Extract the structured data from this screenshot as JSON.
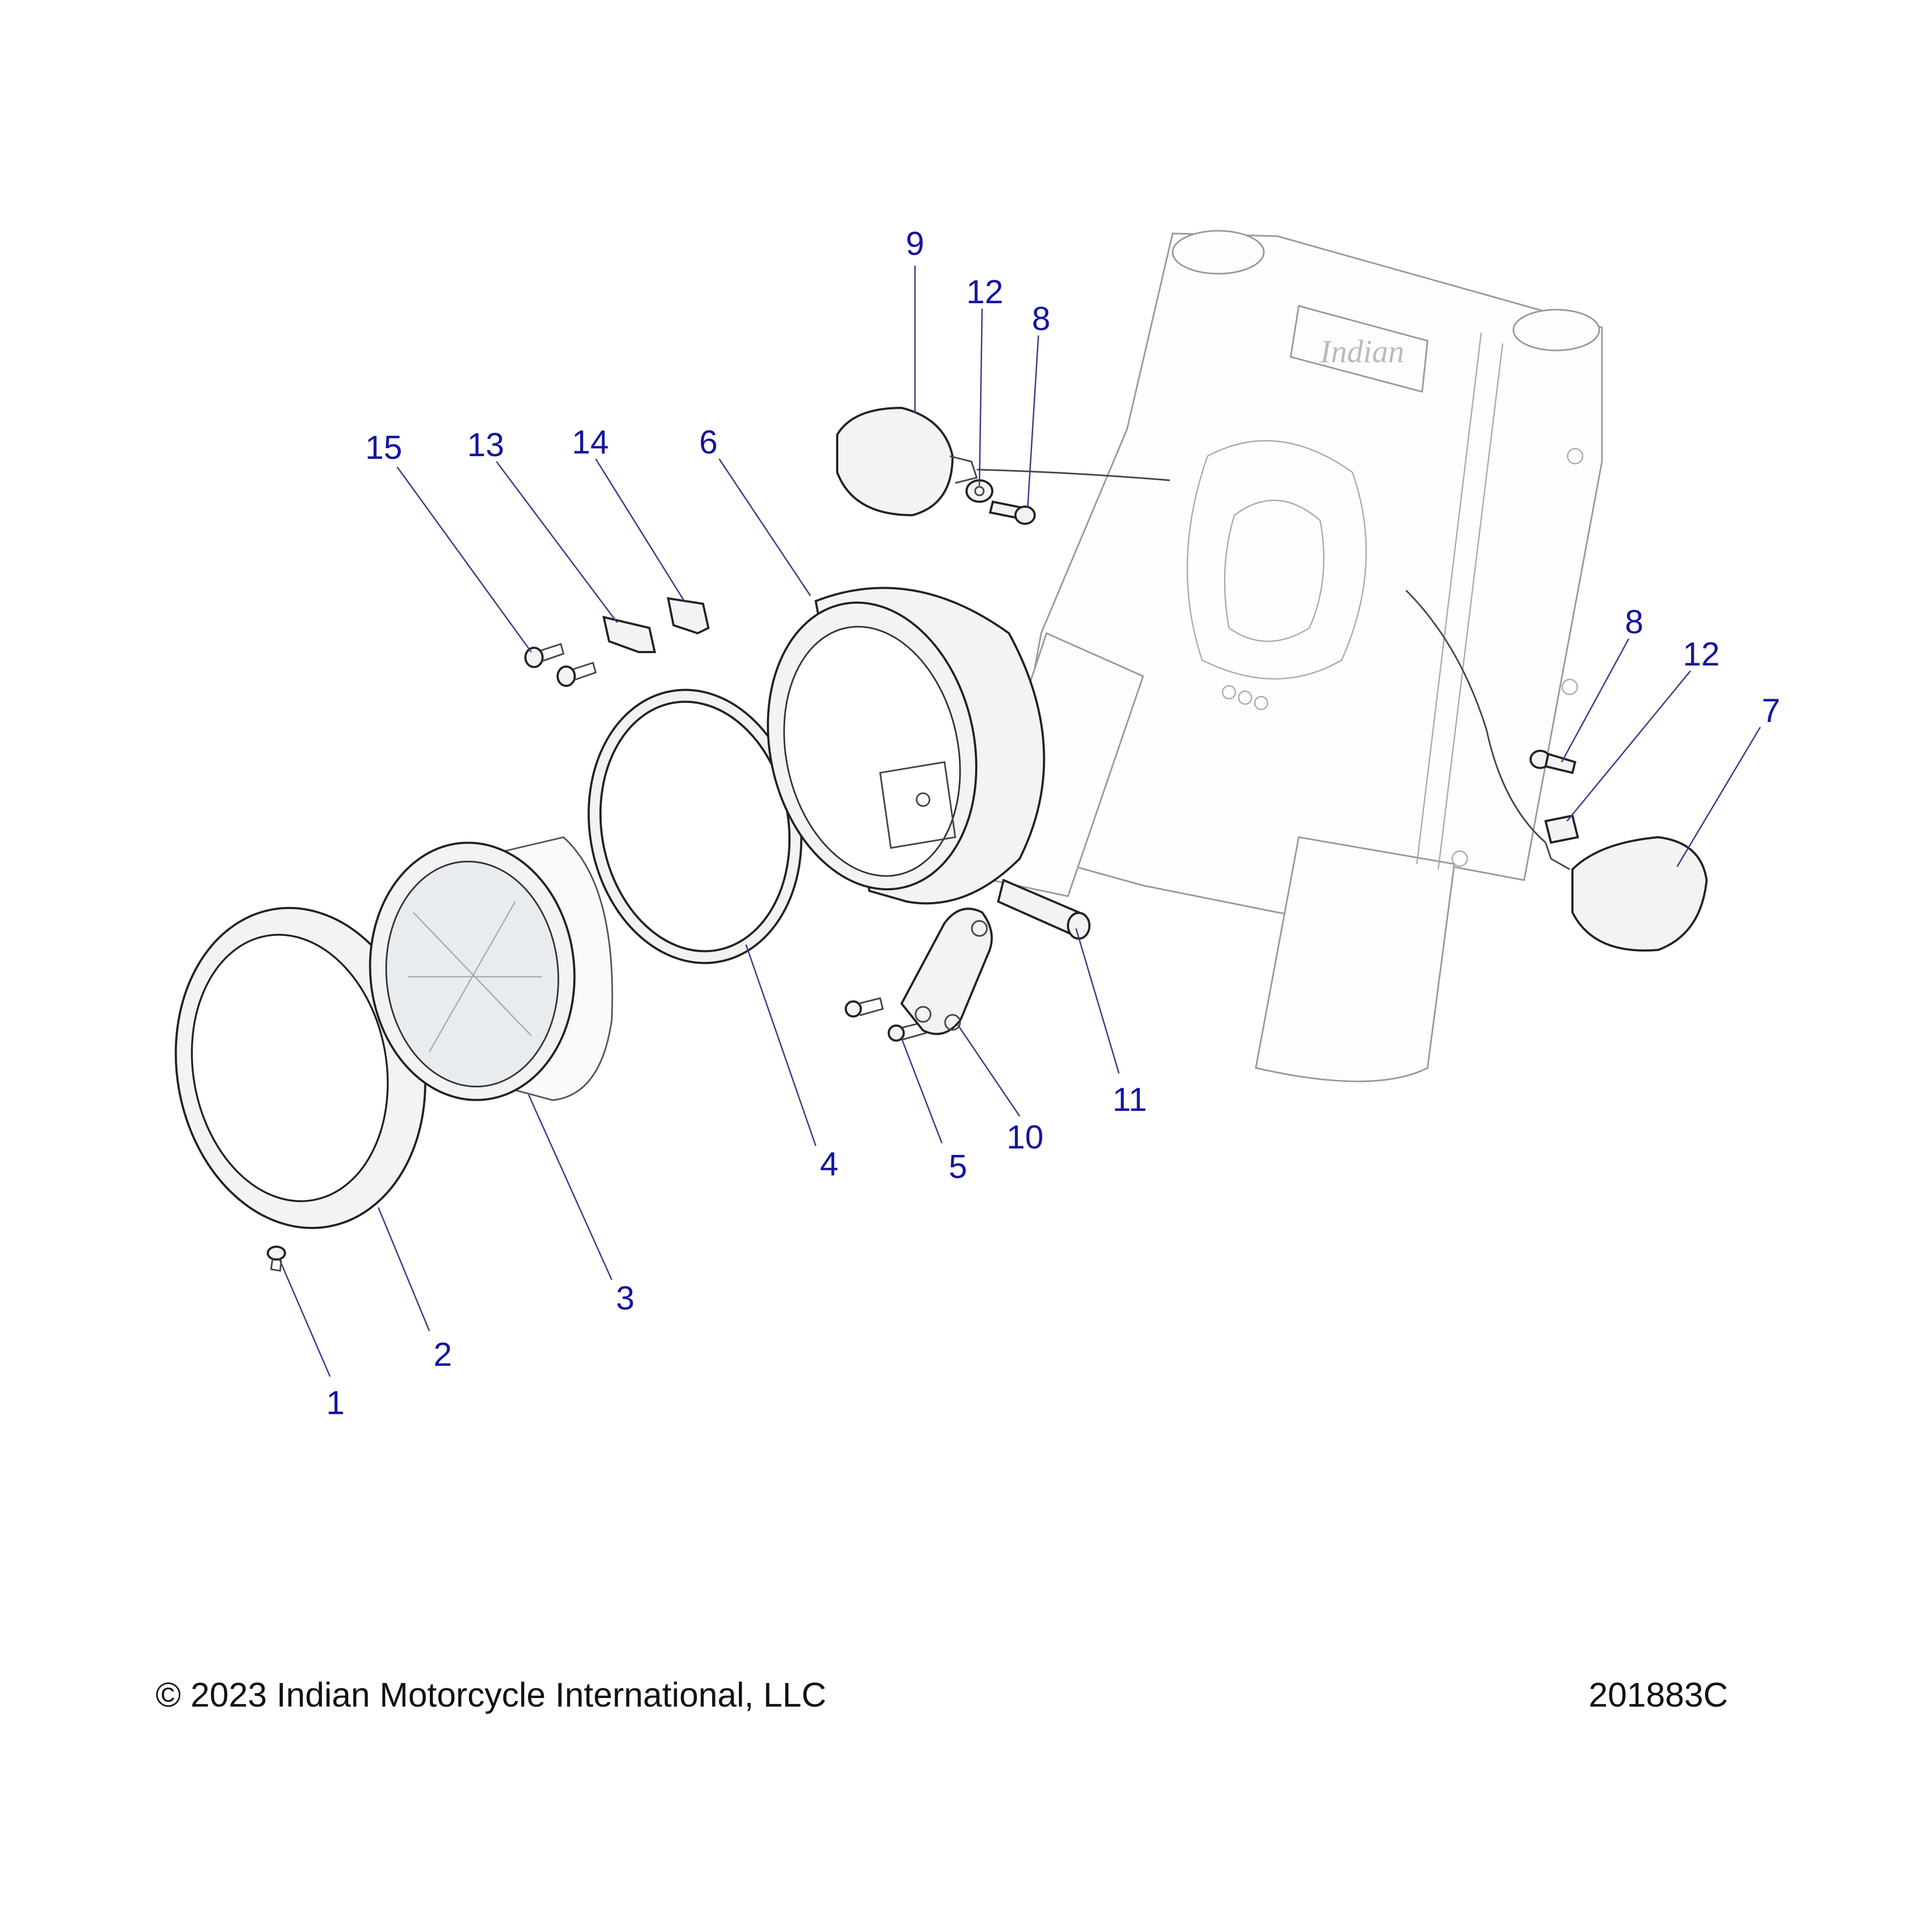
{
  "callouts": [
    {
      "id": "1",
      "label": "1"
    },
    {
      "id": "2",
      "label": "2"
    },
    {
      "id": "3",
      "label": "3"
    },
    {
      "id": "4",
      "label": "4"
    },
    {
      "id": "5",
      "label": "5"
    },
    {
      "id": "6",
      "label": "6"
    },
    {
      "id": "7",
      "label": "7"
    },
    {
      "id": "8a",
      "label": "8"
    },
    {
      "id": "8b",
      "label": "8"
    },
    {
      "id": "9",
      "label": "9"
    },
    {
      "id": "10",
      "label": "10"
    },
    {
      "id": "11",
      "label": "11"
    },
    {
      "id": "12a",
      "label": "12"
    },
    {
      "id": "12b",
      "label": "12"
    },
    {
      "id": "13",
      "label": "13"
    },
    {
      "id": "14",
      "label": "14"
    },
    {
      "id": "15",
      "label": "15"
    }
  ],
  "footer": {
    "copyright": "© 2023 Indian Motorcycle International, LLC",
    "drawing_number": "201883C"
  },
  "colors": {
    "callout": "#1414a0",
    "line_art": "#222222"
  }
}
